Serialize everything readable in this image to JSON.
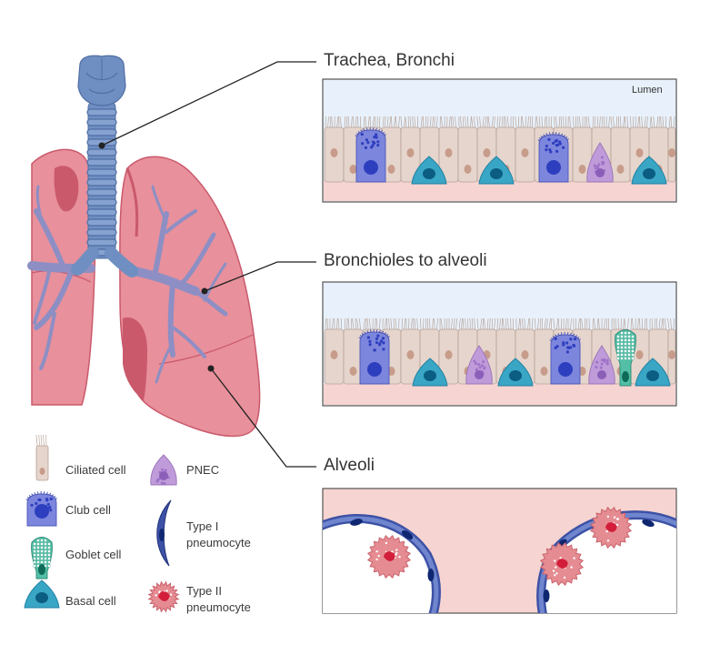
{
  "sections": [
    {
      "title": "Trachea, Bronchi"
    },
    {
      "title": "Bronchioles to alveoli"
    },
    {
      "title": "Alveoli"
    }
  ],
  "lumen_label": "Lumen",
  "legend": [
    {
      "key": "ciliated",
      "label": "Ciliated cell"
    },
    {
      "key": "club",
      "label": "Club cell"
    },
    {
      "key": "goblet",
      "label": "Goblet cell"
    },
    {
      "key": "basal",
      "label": "Basal cell"
    },
    {
      "key": "pnec",
      "label": "PNEC"
    },
    {
      "key": "type1",
      "label": "Type I\npneumocyte"
    },
    {
      "key": "type2",
      "label": "Type II\npneumocyte"
    }
  ],
  "colors": {
    "lung": "#e8909b",
    "lung_dark": "#c9596b",
    "trachea": "#6f8fc2",
    "bronchi_tree": "#8d8fc4",
    "ciliated": "#e6d5cc",
    "club": "#7d86dd",
    "club_nucleus": "#2d3fbf",
    "goblet": "#52bfa6",
    "basal": "#3aa6c6",
    "basal_nucleus": "#0c5d82",
    "pnec": "#bf9bd9",
    "type1": "#3d52a6",
    "type2": "#e58c92",
    "lumen_bg": "#e8f1fb",
    "tissue_bg": "#f6d4d1"
  }
}
